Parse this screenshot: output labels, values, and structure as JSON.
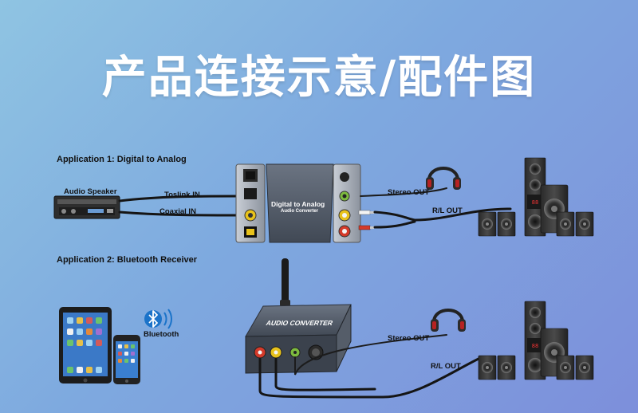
{
  "title": "产品连接示意/配件图",
  "app1": {
    "heading": "Application 1: Digital to Analog",
    "source_label": "Audio Speaker",
    "cable1_label": "Toslink IN",
    "cable2_label": "Coaxial IN",
    "converter_title": "Digital to Analog",
    "converter_subtitle": "Audio Converter",
    "out1_label": "Stereo OUT",
    "out2_label": "R/L OUT"
  },
  "app2": {
    "heading": "Application 2: Bluetooth Receiver",
    "bluetooth_label": "Bluetooth",
    "converter_title": "AUDIO CONVERTER",
    "out1_label": "Stereo OUT",
    "out2_label": "R/L OUT"
  },
  "colors": {
    "background_start": "#8fc4e2",
    "background_end": "#7d8fdb",
    "device_body": "#4c5563",
    "bluetooth_blue": "#1b73c9",
    "rca_red": "#d43a2a",
    "rca_yellow": "#e8c21b",
    "rca_white": "#f4f4f4"
  }
}
